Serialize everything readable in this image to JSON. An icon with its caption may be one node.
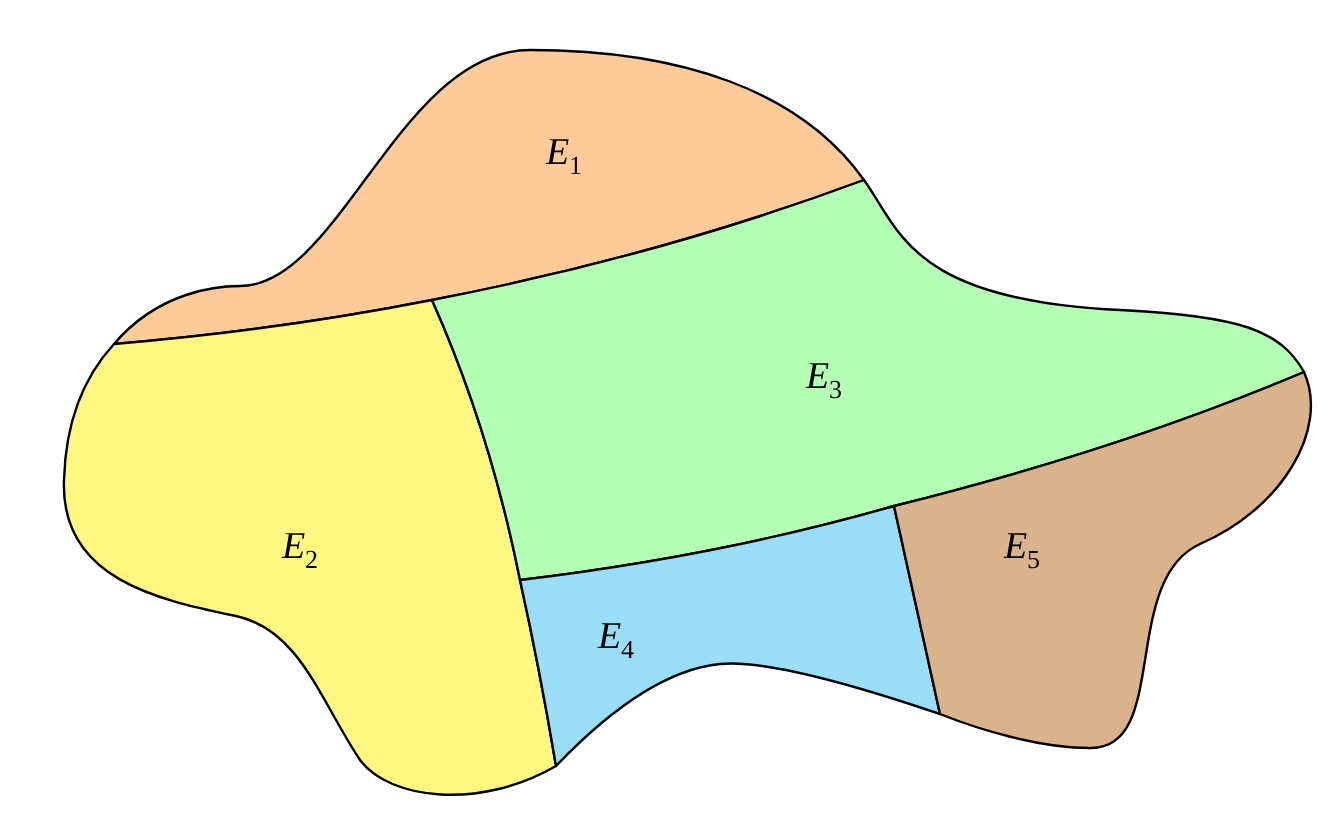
{
  "diagram": {
    "nodes": [
      {
        "text": [
          "E$_{1}$"
        ]
      },
      {
        "text": [
          "E$_{2}$"
        ]
      },
      {
        "text": [
          "E$_{3}$"
        ]
      },
      {
        "text": [
          "E$_{4}$"
        ]
      },
      {
        "text": [
          "E$_{5}$"
        ]
      }
    ]
  }
}
